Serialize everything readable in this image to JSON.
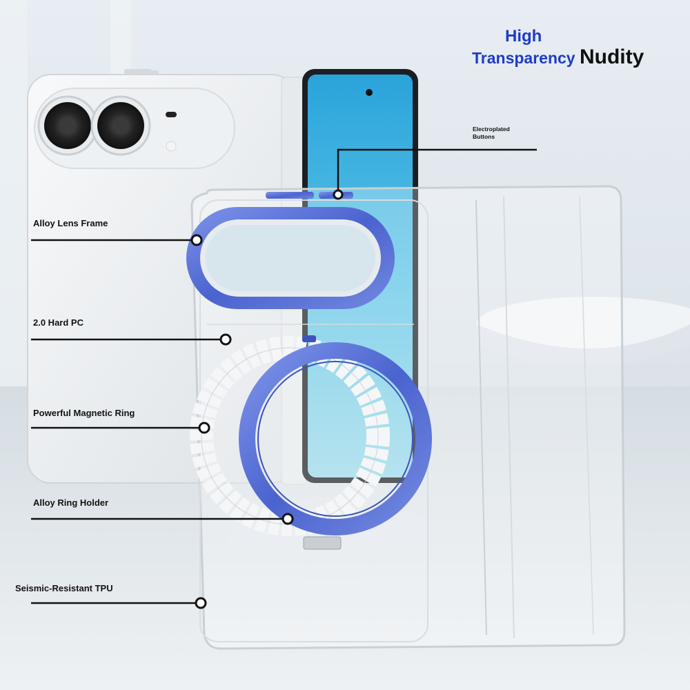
{
  "headline": {
    "line1": "High",
    "line2_blue": "Transparency",
    "line2_black": "Nudity"
  },
  "callouts": {
    "electroplated_buttons": "Electroplated Buttons",
    "alloy_lens_frame": "Alloy Lens Frame",
    "hard_pc": "2.0 Hard PC",
    "magnetic_ring": "Powerful Magnetic Ring",
    "ring_holder": "Alloy Ring Holder",
    "tpu": "Seismic-Resistant TPU"
  },
  "colors": {
    "accent_blue": "#1f3bc7",
    "metal_blue": "#5a72d6",
    "screen_teal": "#3fb3e0"
  }
}
